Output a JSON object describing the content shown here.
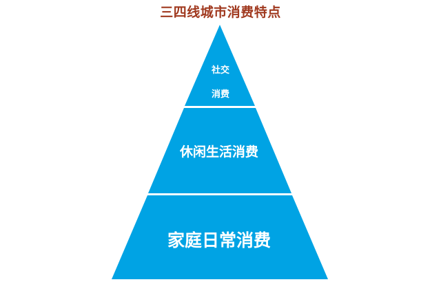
{
  "title": "三四线城市消费特点",
  "tiers": [
    {
      "lines": [
        "社交",
        "消费"
      ]
    },
    {
      "lines": [
        "休闲生活消费"
      ]
    },
    {
      "lines": [
        "家庭日常消费"
      ]
    }
  ],
  "colors": {
    "fill": "#00a3e4",
    "title": "#a0391f",
    "text": "#ffffff",
    "separator": "#ffffff"
  }
}
